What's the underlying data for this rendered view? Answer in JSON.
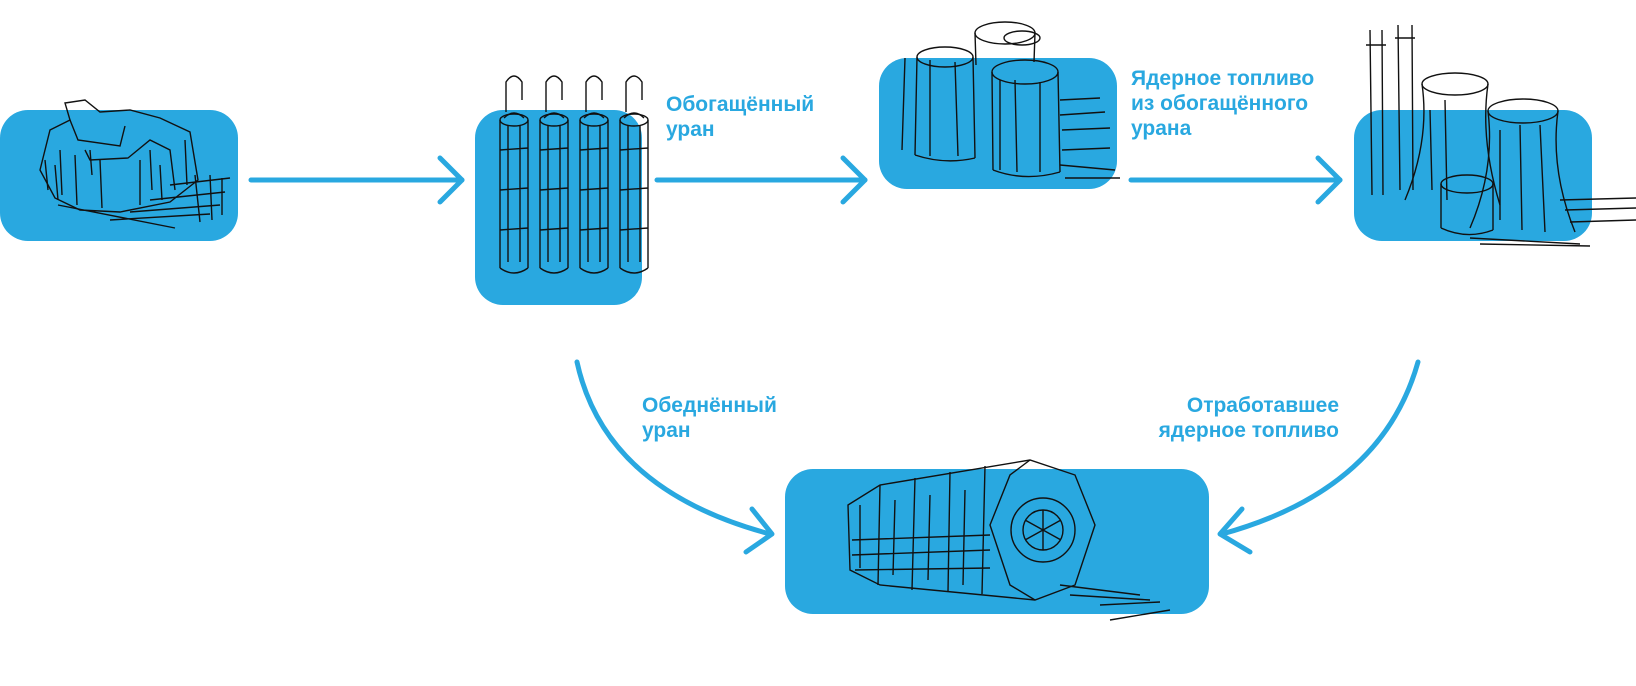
{
  "diagram": {
    "colors": {
      "accent": "#29a8e0",
      "ink": "#111111",
      "background": "#ffffff"
    },
    "stages": [
      {
        "name": "ore-deposit",
        "icon": "ore-rock-sketch-icon"
      },
      {
        "name": "fuel-rods",
        "icon": "fuel-rod-bundle-sketch-icon"
      },
      {
        "name": "enrichment-cylinders",
        "icon": "storage-cylinders-sketch-icon"
      },
      {
        "name": "nuclear-power-plant",
        "icon": "power-plant-sketch-icon"
      },
      {
        "name": "waste-container",
        "icon": "spent-fuel-container-sketch-icon"
      }
    ],
    "labels": {
      "enriched": "Обогащённый\nуран",
      "fuel": "Ядерное топливо\nиз обогащённого\nурана",
      "depleted": "Обеднённый\nуран",
      "spent": "Отработавшее\nядерное топливо"
    },
    "arrows": [
      {
        "from": "ore-deposit",
        "to": "fuel-rods"
      },
      {
        "from": "fuel-rods",
        "to": "enrichment-cylinders"
      },
      {
        "from": "enrichment-cylinders",
        "to": "nuclear-power-plant"
      },
      {
        "from": "fuel-rods",
        "to": "waste-container"
      },
      {
        "from": "nuclear-power-plant",
        "to": "waste-container"
      }
    ]
  }
}
